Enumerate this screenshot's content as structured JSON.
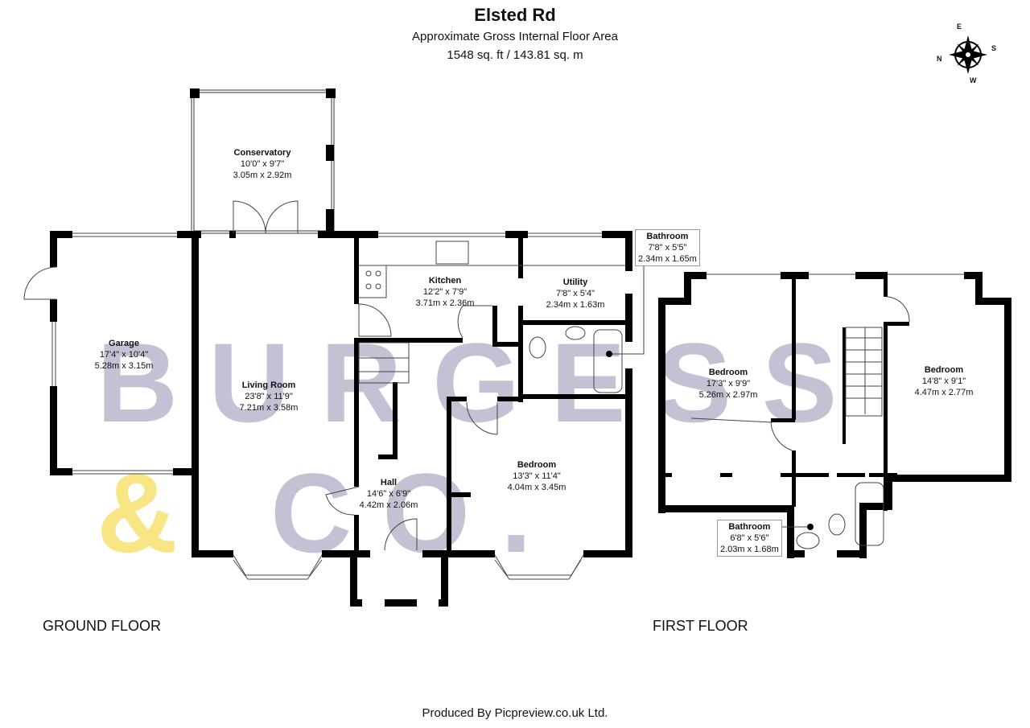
{
  "header": {
    "title": "Elsted Rd",
    "subtitle": "Approximate Gross Internal Floor Area",
    "area": "1548 sq. ft / 143.81 sq. m"
  },
  "compass": {
    "n": "N",
    "e": "E",
    "s": "S",
    "w": "W"
  },
  "watermark": {
    "text1": "BURGESS",
    "amp": "&",
    "text2": "CO."
  },
  "ground_floor": {
    "label": "GROUND FLOOR",
    "rooms": [
      {
        "name": "Conservatory",
        "imperial": "10'0\" x 9'7\"",
        "metric": "3.05m x 2.92m"
      },
      {
        "name": "Garage",
        "imperial": "17'4\" x 10'4\"",
        "metric": "5.28m x 3.15m"
      },
      {
        "name": "Living Room",
        "imperial": "23'8\" x 11'9\"",
        "metric": "7.21m x 3.58m"
      },
      {
        "name": "Kitchen",
        "imperial": "12'2\" x 7'9\"",
        "metric": "3.71m x 2.36m"
      },
      {
        "name": "Utility",
        "imperial": "7'8\" x 5'4\"",
        "metric": "2.34m x 1.63m"
      },
      {
        "name": "Bathroom",
        "imperial": "7'8\" x 5'5\"",
        "metric": "2.34m x 1.65m"
      },
      {
        "name": "Hall",
        "imperial": "14'6\" x 6'9\"",
        "metric": "4.42m x 2.06m"
      },
      {
        "name": "Bedroom",
        "imperial": "13'3\" x 11'4\"",
        "metric": "4.04m x 3.45m"
      }
    ]
  },
  "first_floor": {
    "label": "FIRST FLOOR",
    "rooms": [
      {
        "name": "Bedroom",
        "imperial": "17'3\" x 9'9\"",
        "metric": "5.26m x 2.97m"
      },
      {
        "name": "Bedroom",
        "imperial": "14'8\" x 9'1\"",
        "metric": "4.47m x 2.77m"
      },
      {
        "name": "Bathroom",
        "imperial": "6'8\" x 5'6\"",
        "metric": "2.03m x 1.68m"
      }
    ]
  },
  "footer": "Produced By Picpreview.co.uk Ltd."
}
